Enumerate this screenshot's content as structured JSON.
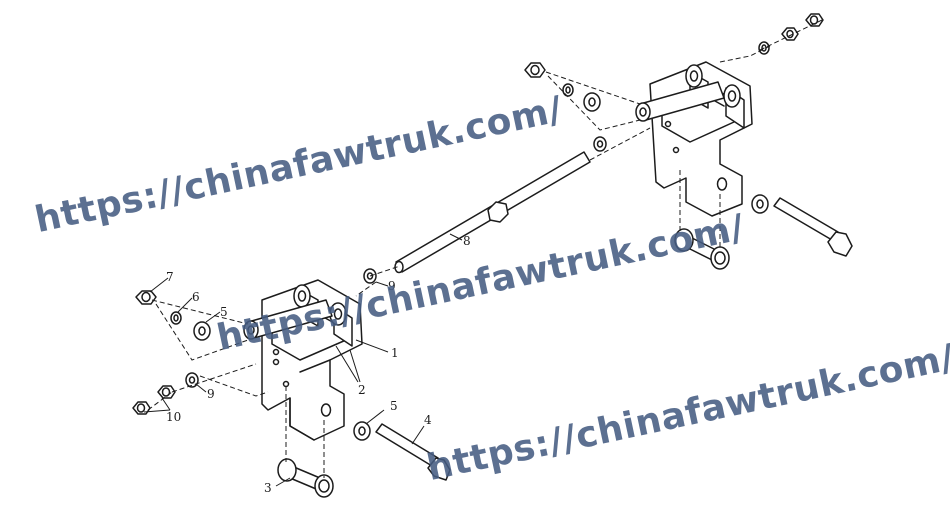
{
  "callouts": {
    "c1": "1",
    "c2": "2",
    "c3": "3",
    "c4": "4",
    "c5a": "5",
    "c5b": "5",
    "c6": "6",
    "c7": "7",
    "c8": "8",
    "c9a": "9",
    "c9b": "9",
    "c10": "10"
  },
  "watermark": {
    "text": "https://chinafawtruk.com/"
  }
}
